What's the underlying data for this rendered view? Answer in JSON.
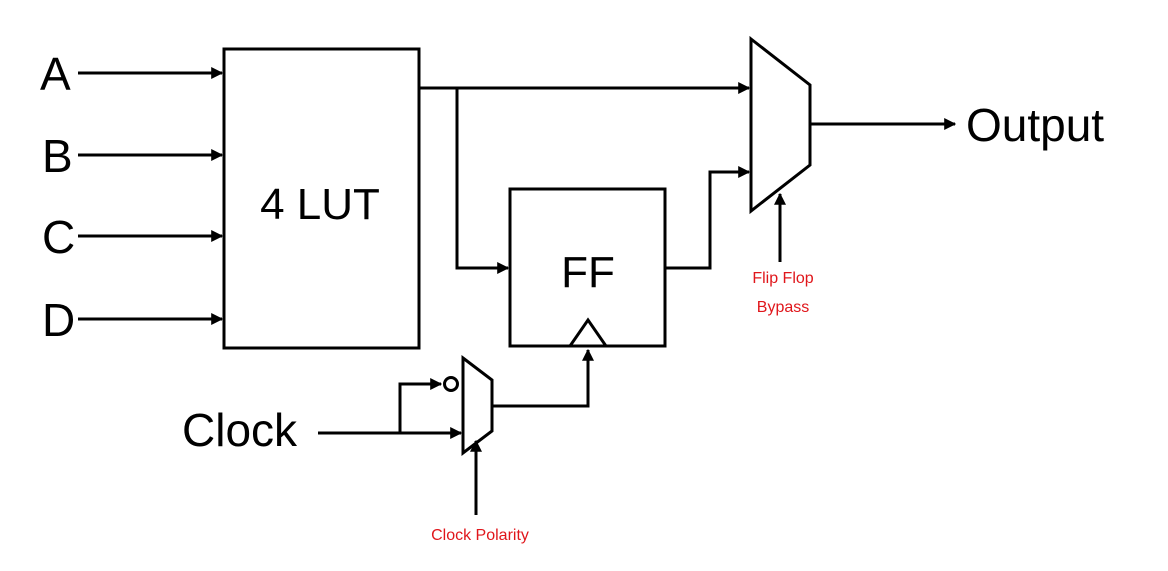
{
  "inputs": {
    "a": "A",
    "b": "B",
    "c": "C",
    "d": "D",
    "clock": "Clock"
  },
  "blocks": {
    "lut": "4 LUT",
    "ff": "FF"
  },
  "output_label": "Output",
  "annotations": {
    "flip_flop_bypass_line1": "Flip Flop",
    "flip_flop_bypass_line2": "Bypass",
    "clock_polarity": "Clock Polarity"
  },
  "colors": {
    "annotation": "#e0161b",
    "lines": "#000000"
  }
}
